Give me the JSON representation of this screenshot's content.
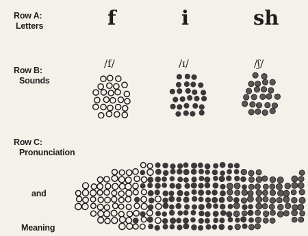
{
  "rows": {
    "a": {
      "label_line1": "Row A:",
      "label_line2": "Letters"
    },
    "b": {
      "label_line1": "Row B:",
      "label_line2": "Sounds"
    },
    "c": {
      "label_line1": "Row C:",
      "label_line2": "Pronunciation",
      "label_line3": "and",
      "label_line4": "Meaning"
    }
  },
  "letters": [
    "f",
    "i",
    "sh"
  ],
  "sounds": [
    "/f/",
    "/ɪ/",
    "/ʃ/"
  ],
  "colors": {
    "ink": "#1e1e1e",
    "dark_dot": "#3a3838",
    "paper": "#f4f1ea"
  },
  "dot_styles": {
    "f_sound": "open-circles",
    "i_sound": "filled-circles",
    "sh_sound": "shaded-circles",
    "word": "fish-shape-mixed-circles"
  }
}
